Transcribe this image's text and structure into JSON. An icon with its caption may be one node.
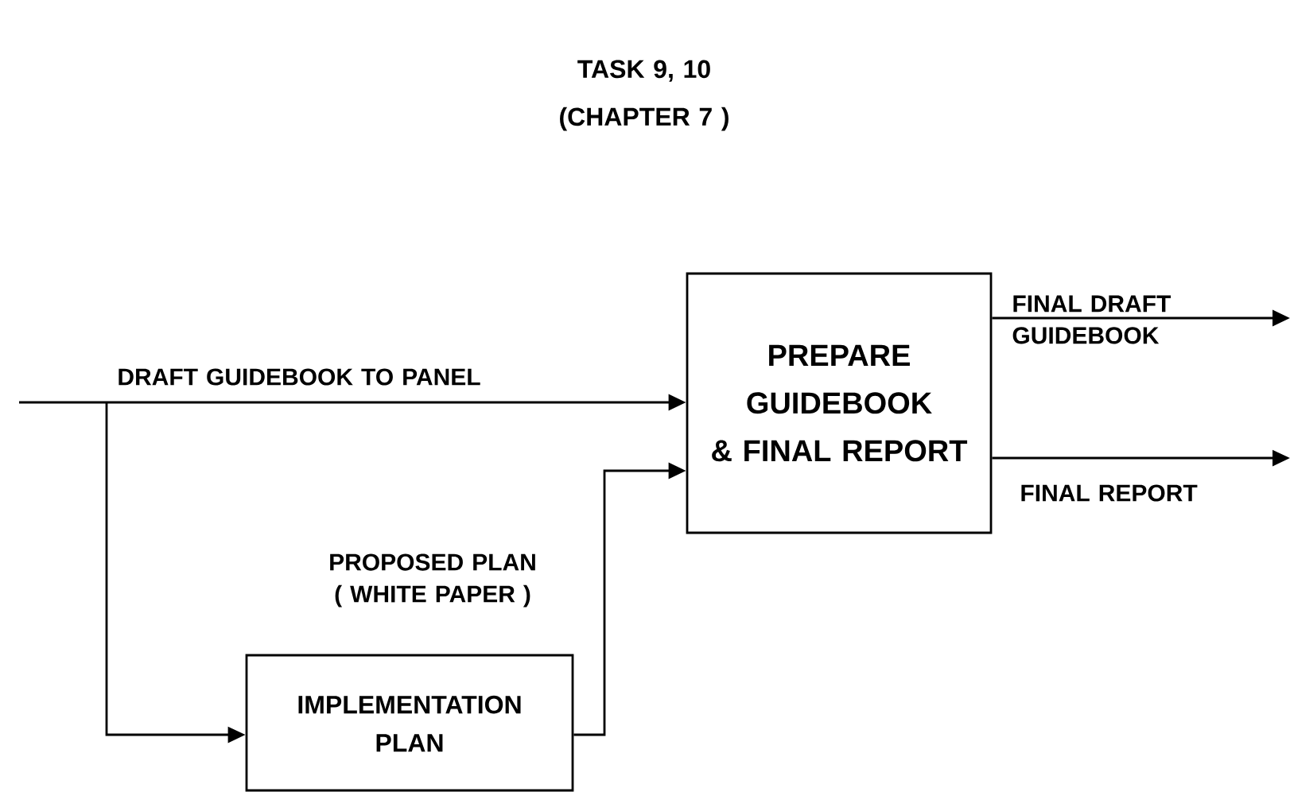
{
  "diagram": {
    "title": "TASK 9, 10 (CHAPTER 7 )",
    "nodes": [
      {
        "text": [
          "PREPARE GUIDEBOOK & FINAL REPORT"
        ]
      },
      {
        "text": [
          "IMPLEMENTATION PLAN"
        ]
      }
    ],
    "edges": [
      {
        "from": null,
        "to": 0,
        "arrow": "to",
        "label": "DRAFT GUIDEBOOK TO PANEL"
      },
      {
        "from": null,
        "to": 1,
        "arrow": "to"
      },
      {
        "from": 1,
        "to": 0,
        "arrow": "to",
        "label": "PROPOSED PLAN ( WHITE PAPER )"
      },
      {
        "from": 0,
        "to": null,
        "arrow": "to",
        "label": "FINAL DRAFT GUIDEBOOK"
      },
      {
        "from": 0,
        "to": null,
        "arrow": "to",
        "label": "FINAL REPORT"
      }
    ]
  }
}
